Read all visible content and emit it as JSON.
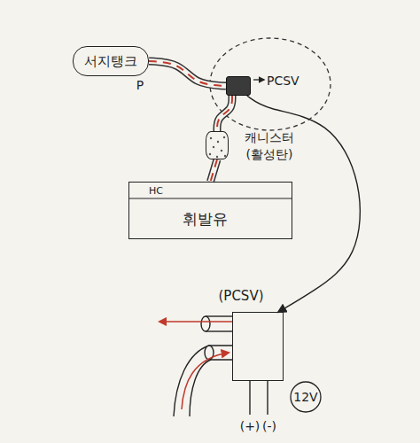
{
  "diagram": {
    "nodes": [
      {
        "text": [
          "서지탱크"
        ]
      },
      {
        "text": [
          "PCSV"
        ]
      },
      {
        "text": [
          "캐니스터 (활성탄)"
        ]
      },
      {
        "text": [
          "HC",
          "휘발유"
        ]
      },
      {
        "text": [
          "(PCSV)"
        ]
      }
    ],
    "edges": [
      {
        "from": 0,
        "to": 1,
        "arrow": "none"
      },
      {
        "from": 1,
        "to": 2,
        "arrow": "none"
      },
      {
        "from": 2,
        "to": 3,
        "arrow": "none"
      },
      {
        "from": 1,
        "to": 4,
        "arrow": "to"
      }
    ],
    "labels": [
      "P",
      "(+)",
      "(-)",
      "12V"
    ]
  }
}
